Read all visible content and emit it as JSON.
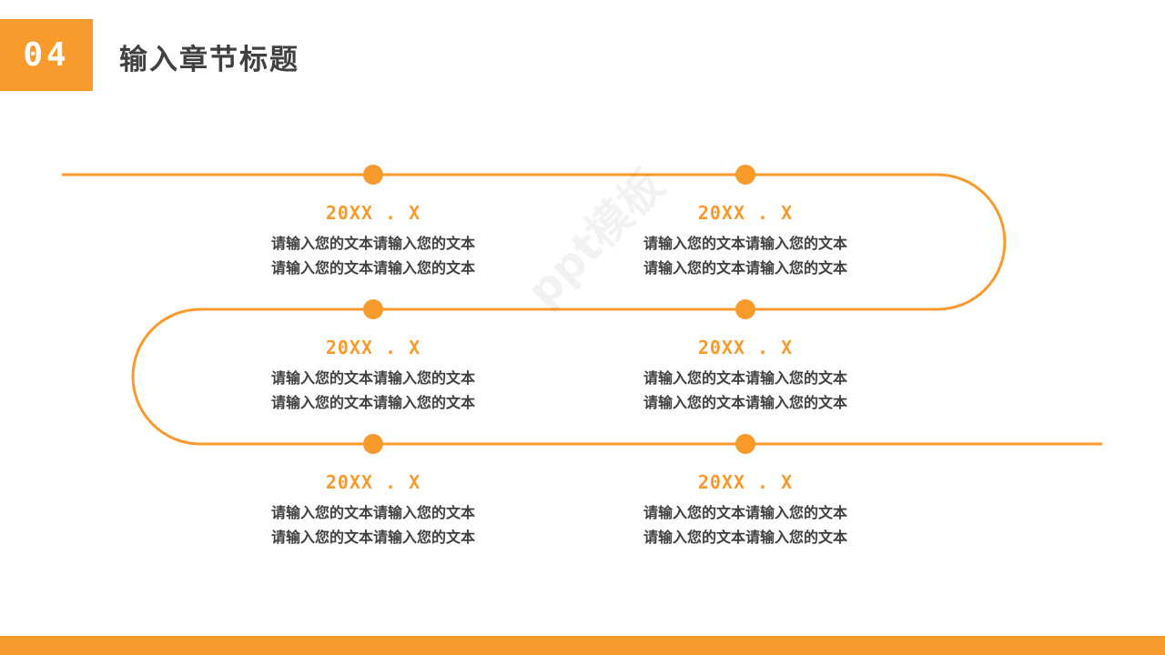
{
  "header": {
    "section_number": "04",
    "title": "输入章节标题"
  },
  "watermark": "ppt模板",
  "timeline": {
    "accent_color": "#f99a2c",
    "items": [
      {
        "date": "20XX . X",
        "line1": "请输入您的文本请输入您的文本",
        "line2": "请输入您的文本请输入您的文本"
      },
      {
        "date": "20XX . X",
        "line1": "请输入您的文本请输入您的文本",
        "line2": "请输入您的文本请输入您的文本"
      },
      {
        "date": "20XX . X",
        "line1": "请输入您的文本请输入您的文本",
        "line2": "请输入您的文本请输入您的文本"
      },
      {
        "date": "20XX . X",
        "line1": "请输入您的文本请输入您的文本",
        "line2": "请输入您的文本请输入您的文本"
      },
      {
        "date": "20XX . X",
        "line1": "请输入您的文本请输入您的文本",
        "line2": "请输入您的文本请输入您的文本"
      },
      {
        "date": "20XX . X",
        "line1": "请输入您的文本请输入您的文本",
        "line2": "请输入您的文本请输入您的文本"
      }
    ]
  }
}
